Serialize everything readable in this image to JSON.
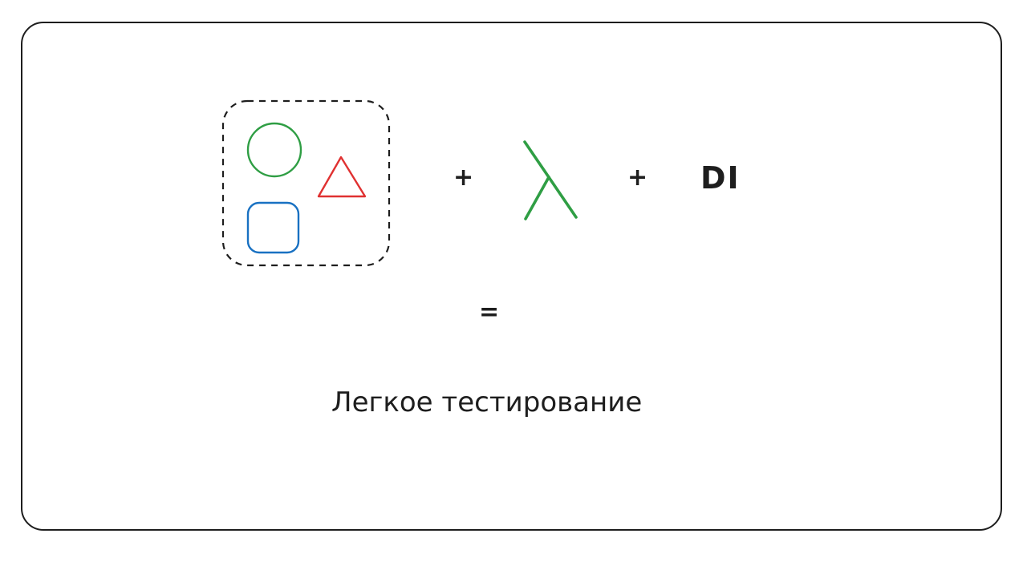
{
  "diagram": {
    "operators": {
      "plus": "+",
      "equals": "="
    },
    "di_label": "DI",
    "result_label": "Легкое тестирование",
    "colors": {
      "ink": "#1e1e1e",
      "circle": "#2f9e44",
      "triangle": "#e03131",
      "square": "#1971c2",
      "lambda": "#2f9e44"
    },
    "icons": {
      "component_group": "dashed-group",
      "shapes": [
        "circle-icon",
        "triangle-icon",
        "square-icon"
      ],
      "function": "lambda-icon"
    }
  }
}
